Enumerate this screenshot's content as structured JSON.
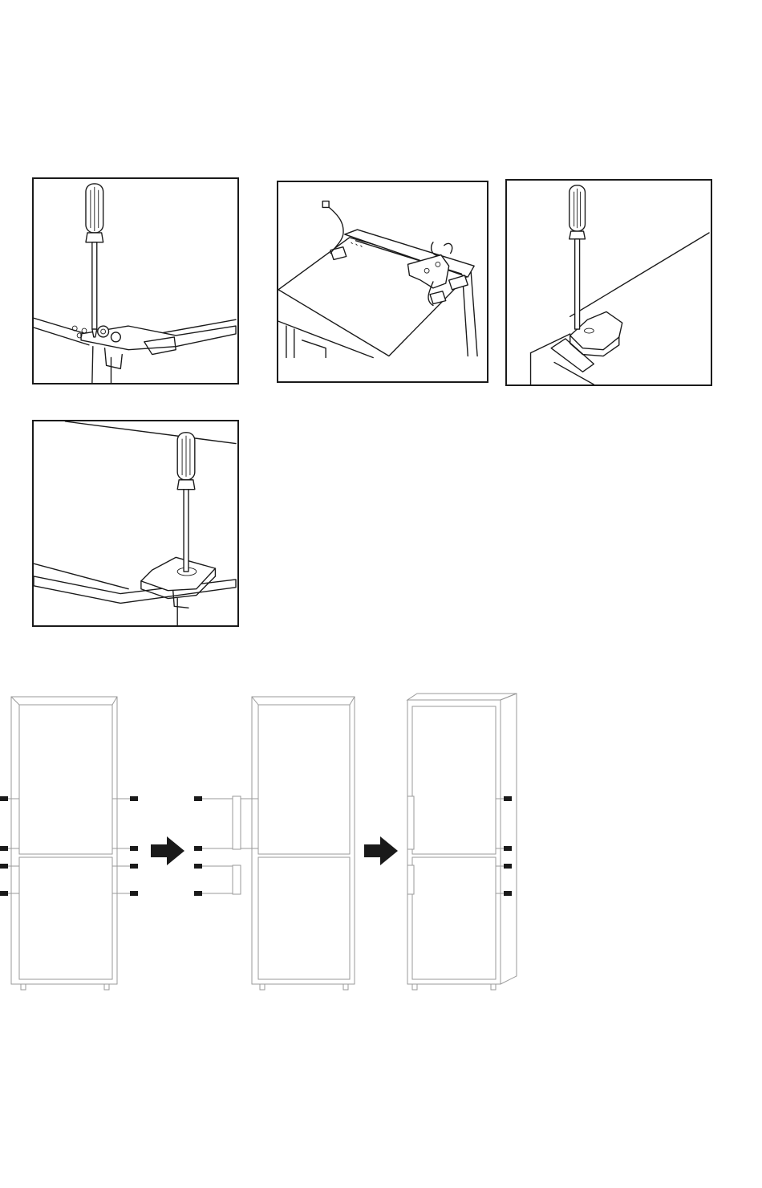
{
  "figure": {
    "panels": [
      {
        "id": "step-1",
        "icon": "screwdriver-icon"
      },
      {
        "id": "step-2",
        "icon": "hinge-bracket-icon"
      },
      {
        "id": "step-3",
        "icon": "screwdriver-icon"
      },
      {
        "id": "step-4",
        "icon": "screwdriver-icon"
      }
    ],
    "sequence": [
      {
        "id": "fridge-original",
        "icon": "fridge-icon"
      },
      {
        "id": "arrow-1",
        "icon": "arrow-right-icon"
      },
      {
        "id": "fridge-handles-moved",
        "icon": "fridge-icon"
      },
      {
        "id": "arrow-2",
        "icon": "arrow-right-icon"
      },
      {
        "id": "fridge-reversed",
        "icon": "fridge-icon"
      }
    ],
    "colors": {
      "line": "#1a1a1a",
      "faint_line": "#9a9a9a",
      "background": "#ffffff"
    }
  }
}
